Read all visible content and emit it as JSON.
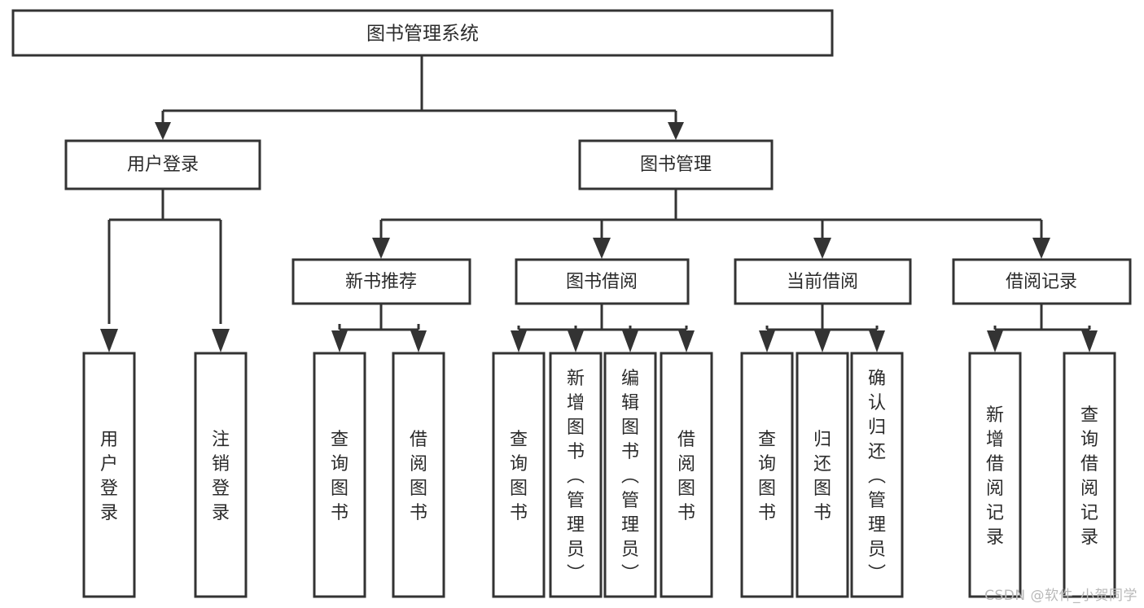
{
  "diagram": {
    "title": "图书管理系统",
    "type": "tree",
    "watermark": "CSDN @软件_小贺同学",
    "colors": {
      "box_stroke": "#333333",
      "box_fill": "#ffffff",
      "text": "#2b2b2b",
      "background": "#ffffff",
      "watermark": "#b9b9b9"
    },
    "nodes": {
      "root": {
        "label": "图书管理系统"
      },
      "level2": [
        {
          "id": "user-login",
          "label": "用户登录"
        },
        {
          "id": "book-manage",
          "label": "图书管理"
        }
      ],
      "level3": [
        {
          "id": "new-book-recommend",
          "label": "新书推荐"
        },
        {
          "id": "book-borrow",
          "label": "图书借阅"
        },
        {
          "id": "current-borrow",
          "label": "当前借阅"
        },
        {
          "id": "borrow-record",
          "label": "借阅记录"
        }
      ],
      "leaves": {
        "user-login": [
          {
            "id": "leaf-user-login",
            "label": "用户登录"
          },
          {
            "id": "leaf-logout-login",
            "label": "注销登录"
          }
        ],
        "new-book-recommend": [
          {
            "id": "leaf-query-book-1",
            "label": "查询图书"
          },
          {
            "id": "leaf-borrow-book-1",
            "label": "借阅图书"
          }
        ],
        "book-borrow": [
          {
            "id": "leaf-query-book-2",
            "label": "查询图书"
          },
          {
            "id": "leaf-add-book",
            "label": "新增图书（管理员）"
          },
          {
            "id": "leaf-edit-book",
            "label": "编辑图书（管理员）"
          },
          {
            "id": "leaf-borrow-book-2",
            "label": "借阅图书"
          }
        ],
        "current-borrow": [
          {
            "id": "leaf-query-book-3",
            "label": "查询图书"
          },
          {
            "id": "leaf-return-book",
            "label": "归还图书"
          },
          {
            "id": "leaf-confirm-return",
            "label": "确认归还（管理员）"
          }
        ],
        "borrow-record": [
          {
            "id": "leaf-add-record",
            "label": "新增借阅记录"
          },
          {
            "id": "leaf-query-record",
            "label": "查询借阅记录"
          }
        ]
      }
    }
  }
}
